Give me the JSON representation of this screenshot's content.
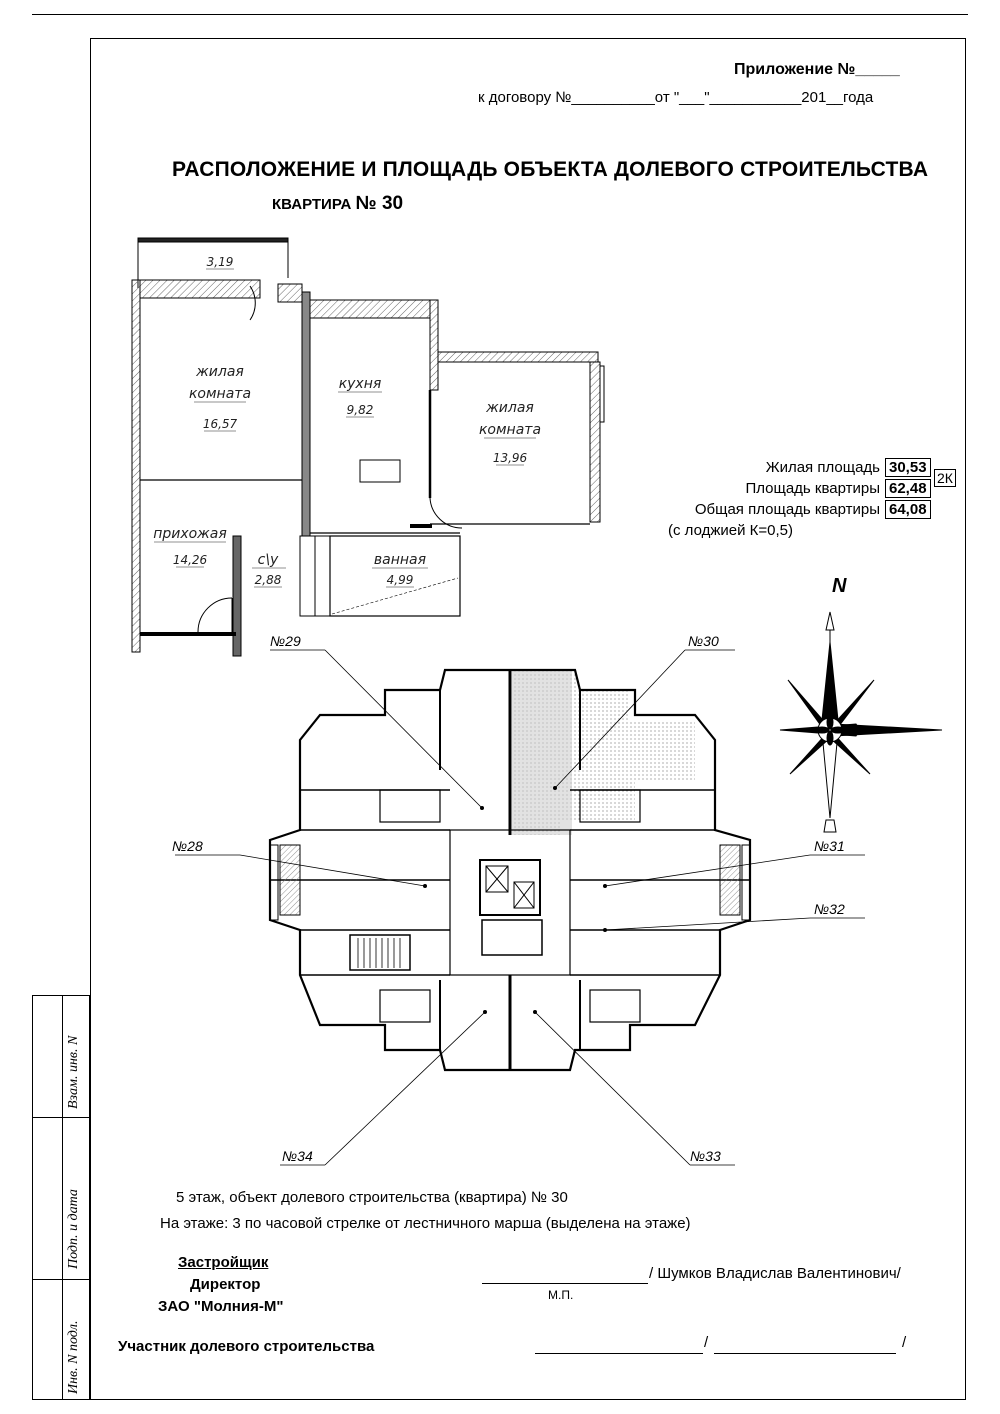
{
  "header": {
    "attachment": "Приложение №_____",
    "contract": "к договору №__________от \"___\"___________201__года"
  },
  "title": "РАСПОЛОЖЕНИЕ И ПЛОЩАДЬ ОБЪЕКТА ДОЛЕВОГО СТРОИТЕЛЬСТВА",
  "subtitle": {
    "prefix": "КВАРТИРА ",
    "number": "№ 30"
  },
  "rooms": [
    {
      "name": "",
      "area": "3,19"
    },
    {
      "name1": "жилая",
      "name2": "комната",
      "area": "16,57"
    },
    {
      "name1": "кухня",
      "area": "9,82"
    },
    {
      "name1": "жилая",
      "name2": "комната",
      "area": "13,96"
    },
    {
      "name1": "прихожая",
      "area": "14,26"
    },
    {
      "name1": "с\\у",
      "area": "2,88"
    },
    {
      "name1": "ванная",
      "area": "4,99"
    }
  ],
  "areas": {
    "living_label": "Жилая площадь",
    "living_value": "30,53",
    "rooms_tag": "2К",
    "apartment_label": "Площадь квартиры",
    "apartment_value": "62,48",
    "total_label": "Общая площадь квартиры",
    "total_value": "64,08",
    "loggia_note": "(с лоджией К=0,5)"
  },
  "compass": {
    "north": "N"
  },
  "floor_apartments": [
    "№29",
    "№30",
    "№28",
    "№31",
    "№32",
    "№34",
    "№33"
  ],
  "notes": {
    "line1": "5 этаж, объект долевого строительства (квартира) № 30",
    "line2": "На этаже:  3 по часовой стрелке от лестничного марша (выделена на этаже)"
  },
  "signatures": {
    "developer": "Застройщик",
    "director": "Директор",
    "company": "ЗАО \"Молния-М\"",
    "signer": "/ Шумков Владислав Валентинович/",
    "stamp": "М.П.",
    "participant": "Участник долевого строительства",
    "slash1": "/",
    "slash2": "/"
  },
  "side_stamp": [
    "Взам. инв. N",
    "Подп. и дата",
    "Инв. N подл."
  ]
}
